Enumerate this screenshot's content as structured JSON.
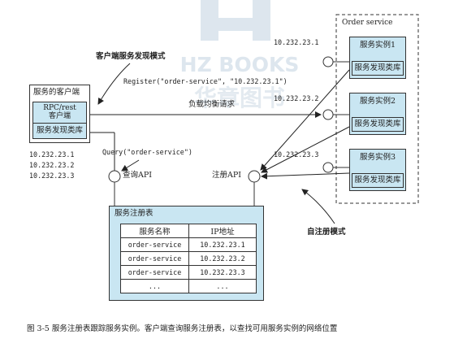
{
  "watermark": {
    "brand": "HZ BOOKS",
    "chinese": "华章图书"
  },
  "order_service": {
    "title": "Order service",
    "instances": [
      {
        "name": "服务实例1",
        "library": "服务发现类库",
        "ip": "10.232.23.1"
      },
      {
        "name": "服务实例2",
        "library": "服务发现类库",
        "ip": "10.232.23.2"
      },
      {
        "name": "服务实例3",
        "library": "服务发现类库",
        "ip": "10.232.23.3"
      }
    ]
  },
  "client": {
    "title": "服务的客户端",
    "rpc_line1": "RPC/rest",
    "rpc_line2": "客户端",
    "library": "服务发现类库",
    "ips": [
      "10.232.23.1",
      "10.232.23.2",
      "10.232.23.3"
    ]
  },
  "labels": {
    "client_discovery": "客户端服务发现模式",
    "register_call": "Register(\"order-service\", \"10.232.23.1\")",
    "load_balance": "负载均衡请求",
    "query_call": "Query(\"order-service\")",
    "query_api": "查询API",
    "register_api": "注册API",
    "self_register": "自注册模式"
  },
  "registry": {
    "title": "服务注册表",
    "headers": [
      "服务名称",
      "IP地址"
    ],
    "rows": [
      [
        "order-service",
        "10.232.23.1"
      ],
      [
        "order-service",
        "10.232.23.2"
      ],
      [
        "order-service",
        "10.232.23.3"
      ],
      [
        "...",
        "..."
      ]
    ]
  },
  "caption": "图 3-5   服务注册表跟踪服务实例。客户端查询服务注册表，以查找可用服务实例的网络位置"
}
